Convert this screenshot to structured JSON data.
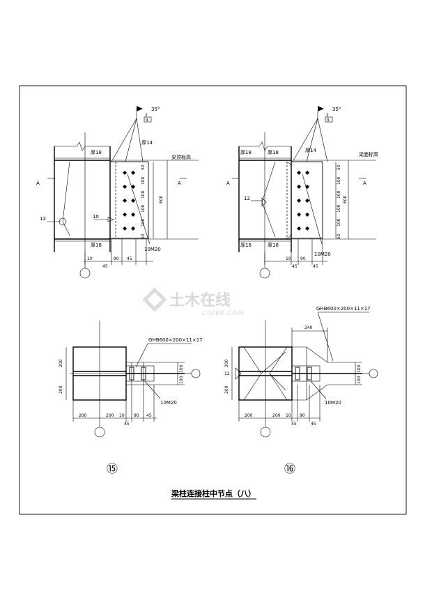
{
  "labels": {
    "thk18": "厚18",
    "thk14": "厚14",
    "beam_top": "梁顶标高",
    "beam_top_b": "梁面标高",
    "section_a": "A",
    "weld_angle": "35°",
    "weld_2": "2",
    "weld_9": "9",
    "weld_12": "12",
    "weld_10": "10",
    "bolts": "10M20",
    "beam_spec": "GHB600×200×11×17",
    "d50": "50",
    "d100": "100",
    "d600": "600",
    "d10": "10",
    "d45": "45",
    "d90": "90",
    "d200": "200",
    "d240": "240"
  },
  "detail_15": "⑮",
  "detail_16": "⑯",
  "title": "梁柱连接柱中节点（八）",
  "watermark": {
    "cn": "土木在线",
    "en": "COI88.COM"
  }
}
